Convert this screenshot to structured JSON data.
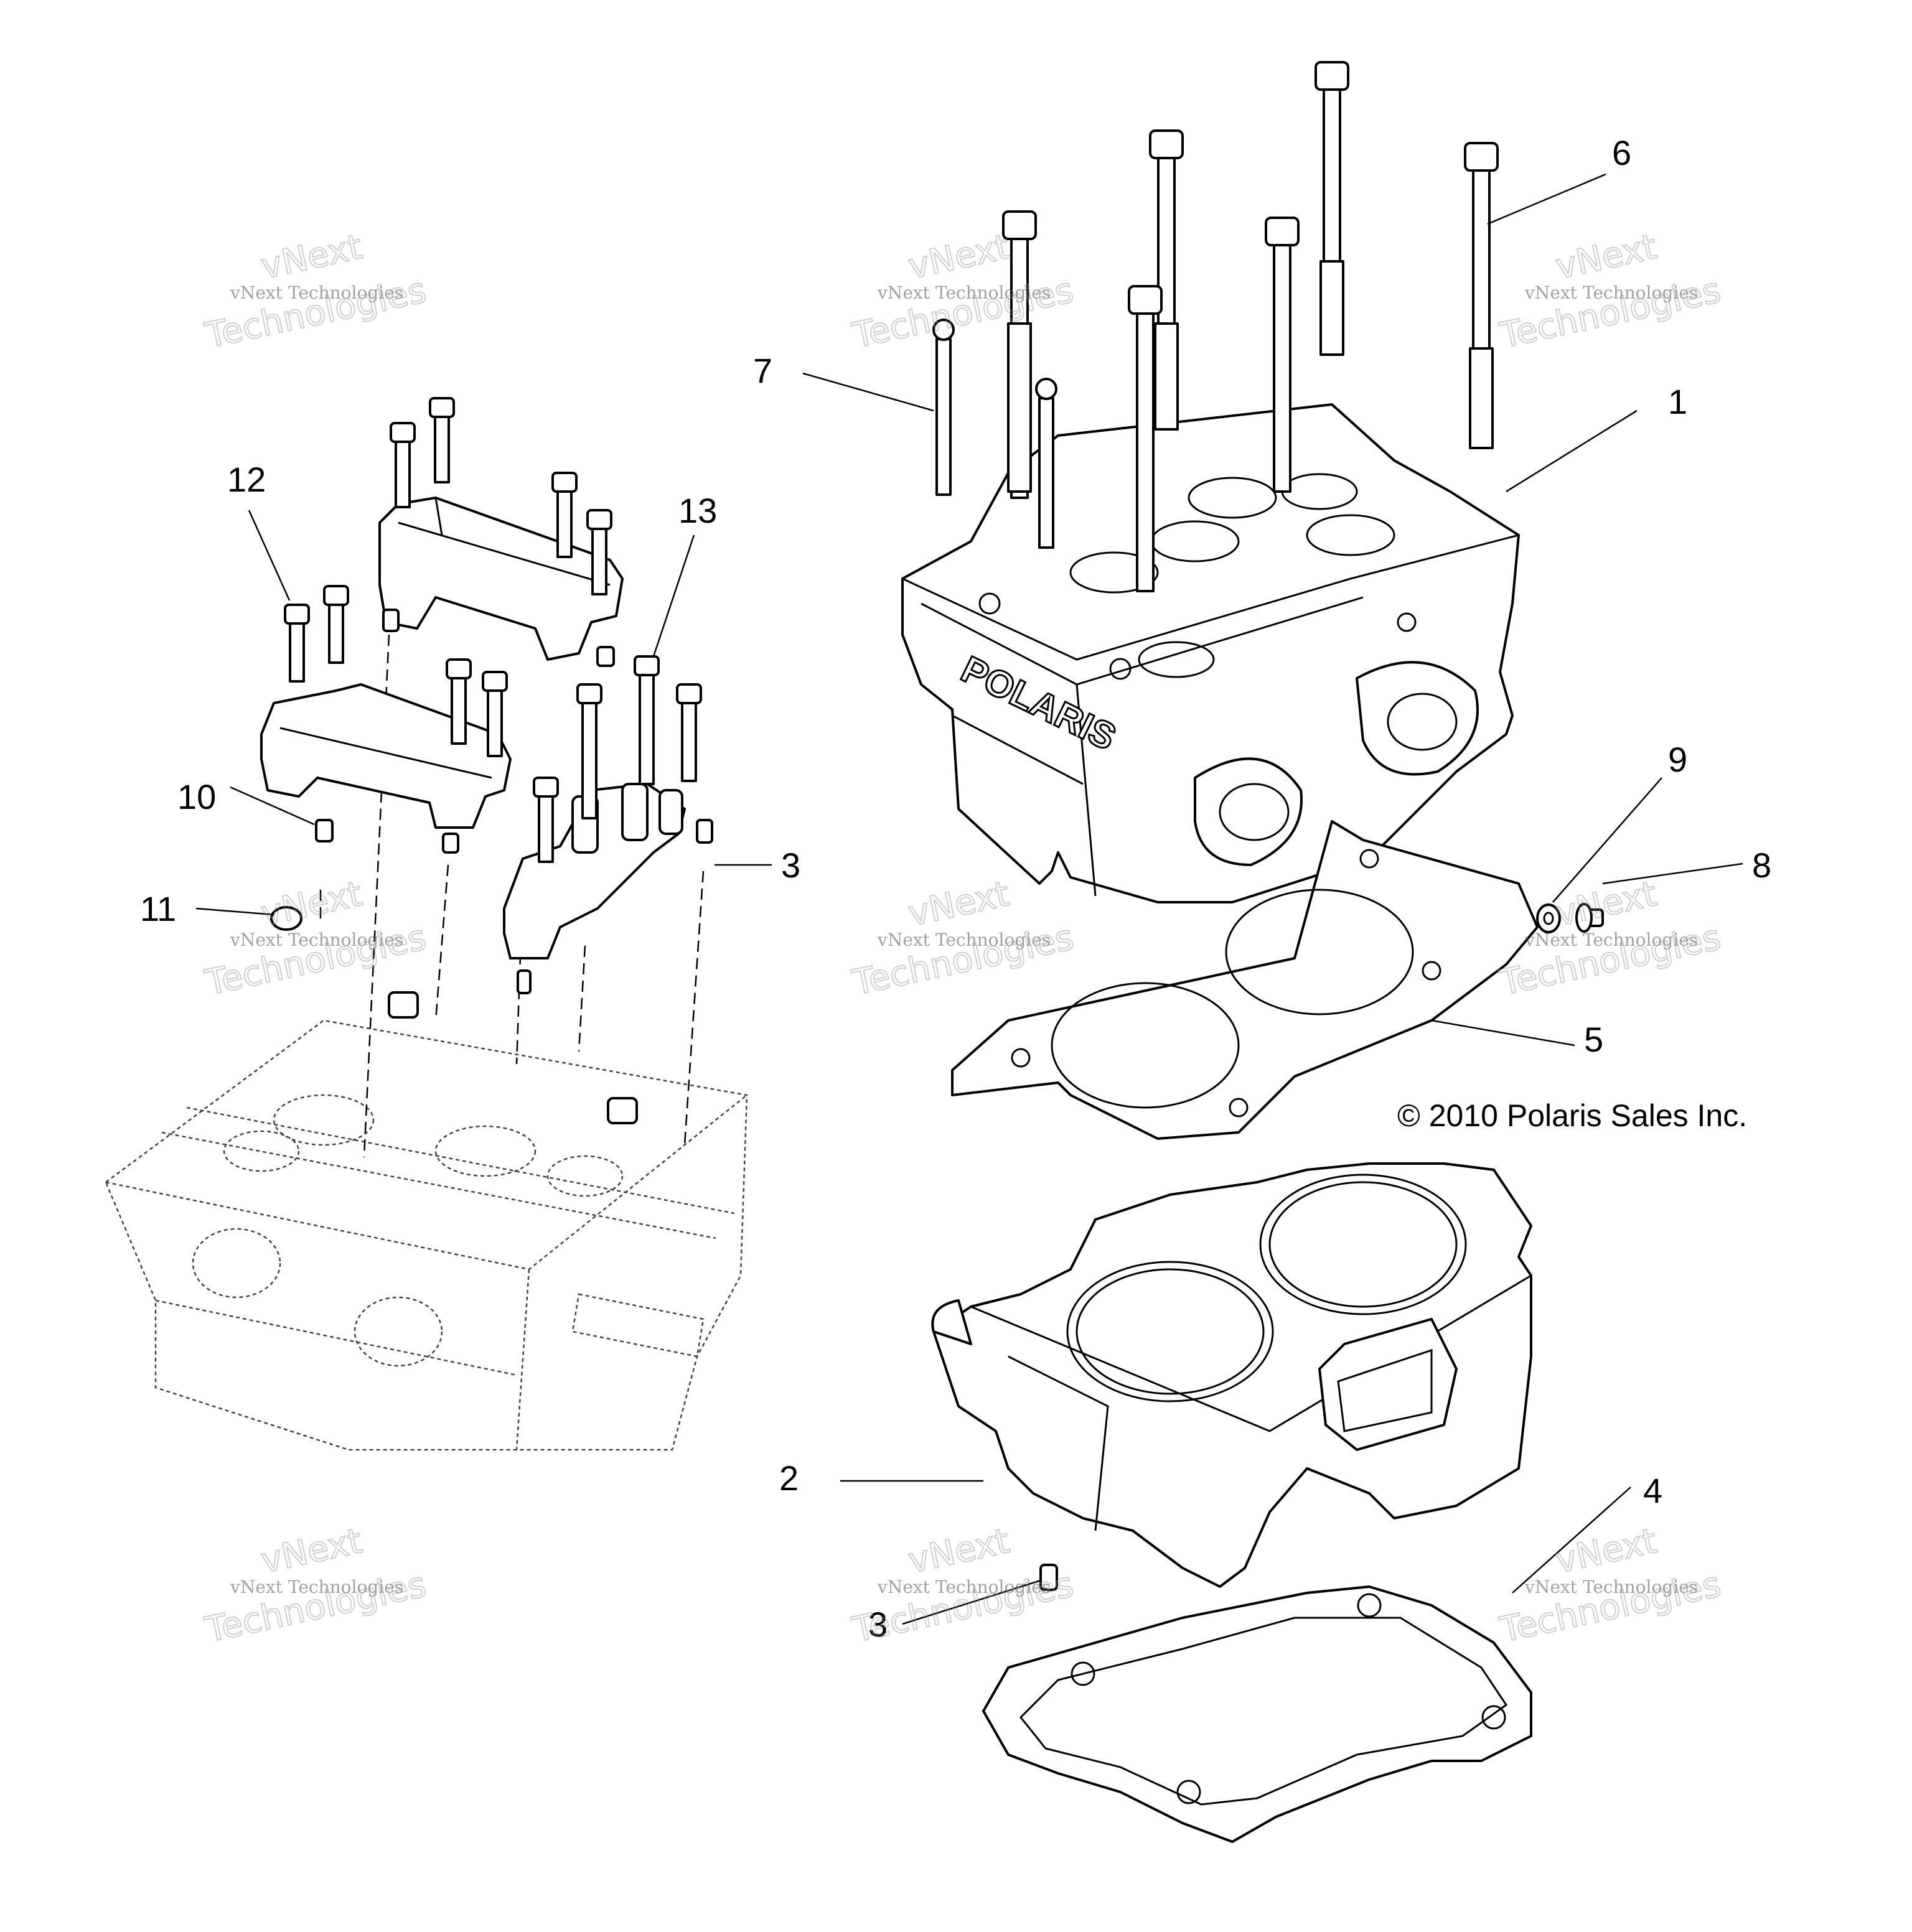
{
  "diagram": {
    "copyright": "© 2010 Polaris Sales Inc.",
    "brand_mark": "POLARIS",
    "callouts": [
      {
        "id": "c1",
        "label": "1"
      },
      {
        "id": "c2",
        "label": "2"
      },
      {
        "id": "c3a",
        "label": "3"
      },
      {
        "id": "c3b",
        "label": "3"
      },
      {
        "id": "c4",
        "label": "4"
      },
      {
        "id": "c5",
        "label": "5"
      },
      {
        "id": "c6",
        "label": "6"
      },
      {
        "id": "c7",
        "label": "7"
      },
      {
        "id": "c8",
        "label": "8"
      },
      {
        "id": "c9",
        "label": "9"
      },
      {
        "id": "c10",
        "label": "10"
      },
      {
        "id": "c11",
        "label": "11"
      },
      {
        "id": "c12",
        "label": "12"
      },
      {
        "id": "c13",
        "label": "13"
      }
    ],
    "watermark": {
      "line1": "vNext Technologies",
      "line2": "vNext",
      "line3": "Technologies"
    }
  }
}
